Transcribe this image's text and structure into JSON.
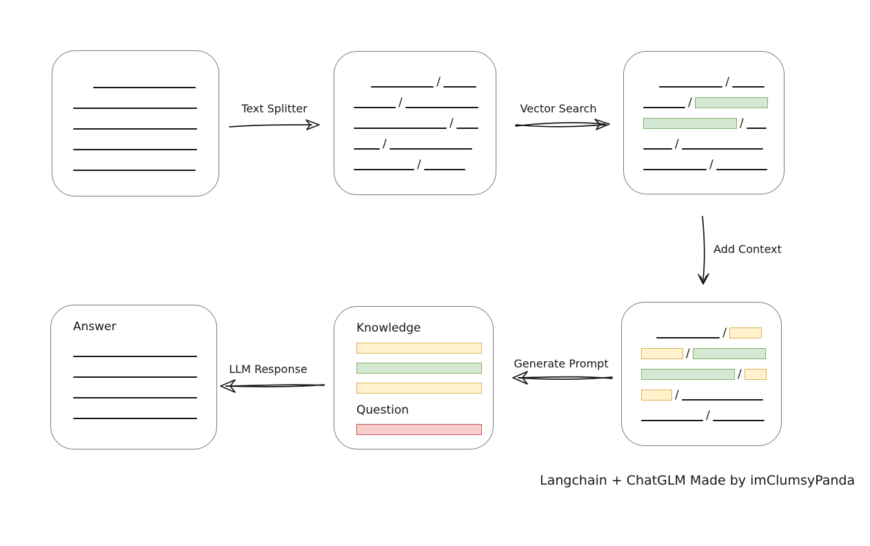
{
  "caption": "Langchain + ChatGLM Made by imClumsyPanda",
  "slash": "/",
  "colors": {
    "line": "#161616",
    "box_border": "#7a7a7a",
    "green_fill": "#d5e8d4",
    "green_border": "#82b366",
    "yellow_fill": "#fff2cc",
    "yellow_border": "#d6b656",
    "red_fill": "#f8cecc",
    "red_border": "#b85450"
  },
  "arrow_labels": {
    "text_splitter": "Text Splitter",
    "vector_search": "Vector Search",
    "add_context": "Add Context",
    "generate_prompt": "Generate Prompt",
    "llm_response": "LLM Response"
  },
  "boxes": {
    "document": {
      "rows": [
        {
          "align": "right",
          "segs": [
            [
              "line",
              149
            ]
          ]
        },
        {
          "align": "left",
          "segs": [
            [
              "line",
              180
            ]
          ]
        },
        {
          "align": "left",
          "segs": [
            [
              "line",
              180
            ]
          ]
        },
        {
          "align": "left",
          "segs": [
            [
              "line",
              180
            ]
          ]
        },
        {
          "align": "left",
          "segs": [
            [
              "line",
              178
            ]
          ]
        }
      ]
    },
    "split_chunks": {
      "rows": [
        {
          "align": "right",
          "segs": [
            [
              "line",
              91
            ],
            [
              "slash"
            ],
            [
              "line",
              48
            ]
          ]
        },
        {
          "align": "left",
          "segs": [
            [
              "line",
              61
            ],
            [
              "slash"
            ],
            [
              "line",
              106
            ]
          ]
        },
        {
          "align": "left",
          "segs": [
            [
              "line",
              135
            ],
            [
              "slash"
            ],
            [
              "line",
              32
            ]
          ]
        },
        {
          "align": "left",
          "segs": [
            [
              "line",
              38
            ],
            [
              "slash"
            ],
            [
              "line",
              120
            ]
          ]
        },
        {
          "align": "left",
          "segs": [
            [
              "line",
              88
            ],
            [
              "slash"
            ],
            [
              "line",
              60
            ]
          ]
        }
      ]
    },
    "matched_chunks": {
      "rows": [
        {
          "align": "right",
          "segs": [
            [
              "line",
              92
            ],
            [
              "slash"
            ],
            [
              "line",
              47
            ]
          ]
        },
        {
          "align": "left",
          "segs": [
            [
              "line",
              61
            ],
            [
              "slash"
            ],
            [
              "green",
              106
            ]
          ]
        },
        {
          "align": "left",
          "segs": [
            [
              "green",
              136
            ],
            [
              "slash"
            ],
            [
              "line",
              29
            ]
          ]
        },
        {
          "align": "left",
          "segs": [
            [
              "line",
              42
            ],
            [
              "slash"
            ],
            [
              "line",
              118
            ]
          ]
        },
        {
          "align": "left",
          "segs": [
            [
              "line",
              92
            ],
            [
              "slash"
            ],
            [
              "line",
              74
            ]
          ]
        }
      ]
    },
    "context_chunks": {
      "rows": [
        {
          "align": "right",
          "segs": [
            [
              "line",
              92
            ],
            [
              "slash"
            ],
            [
              "yellow",
              47
            ]
          ]
        },
        {
          "align": "left",
          "segs": [
            [
              "yellow",
              61
            ],
            [
              "slash"
            ],
            [
              "green",
              106
            ]
          ]
        },
        {
          "align": "left",
          "segs": [
            [
              "green",
              136
            ],
            [
              "slash"
            ],
            [
              "yellow",
              32
            ]
          ]
        },
        {
          "align": "left",
          "segs": [
            [
              "yellow",
              45
            ],
            [
              "slash"
            ],
            [
              "line",
              118
            ]
          ]
        },
        {
          "align": "left",
          "segs": [
            [
              "line",
              90
            ],
            [
              "slash"
            ],
            [
              "line",
              75
            ]
          ]
        }
      ]
    },
    "prompt": {
      "knowledge_label": "Knowledge",
      "question_label": "Question",
      "knowledge_bars": [
        "yellow",
        "green",
        "yellow"
      ],
      "question_bars": [
        "red"
      ]
    },
    "answer": {
      "label": "Answer",
      "rows": [
        {
          "align": "left",
          "segs": [
            [
              "line",
              180
            ]
          ]
        },
        {
          "align": "left",
          "segs": [
            [
              "line",
              180
            ]
          ]
        },
        {
          "align": "left",
          "segs": [
            [
              "line",
              180
            ]
          ]
        },
        {
          "align": "left",
          "segs": [
            [
              "line",
              180
            ]
          ]
        }
      ]
    }
  }
}
